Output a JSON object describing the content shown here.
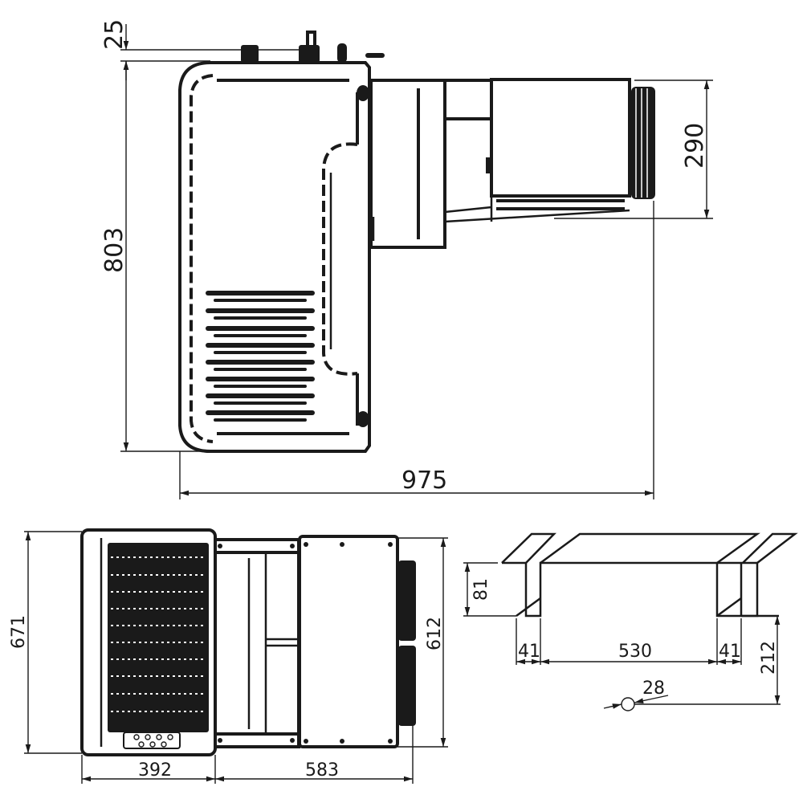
{
  "drawing": {
    "type": "technical dimensional drawing",
    "subject": "monoblock refrigeration unit",
    "line_color": "#1a1a1a",
    "background": "#ffffff"
  },
  "side_view": {
    "dimensions": {
      "top_offset": "25",
      "overall_height": "803",
      "condenser_height": "290",
      "overall_length": "975"
    }
  },
  "top_view": {
    "dimensions": {
      "depth": "671",
      "condenser_depth": "612",
      "evaporator_width": "392",
      "condenser_width": "583"
    }
  },
  "wall_cutout": {
    "dimensions": {
      "height": "81",
      "left_flange": "41",
      "opening_width": "530",
      "right_flange": "41",
      "drain_height": "212",
      "drain_diameter": "28"
    }
  }
}
